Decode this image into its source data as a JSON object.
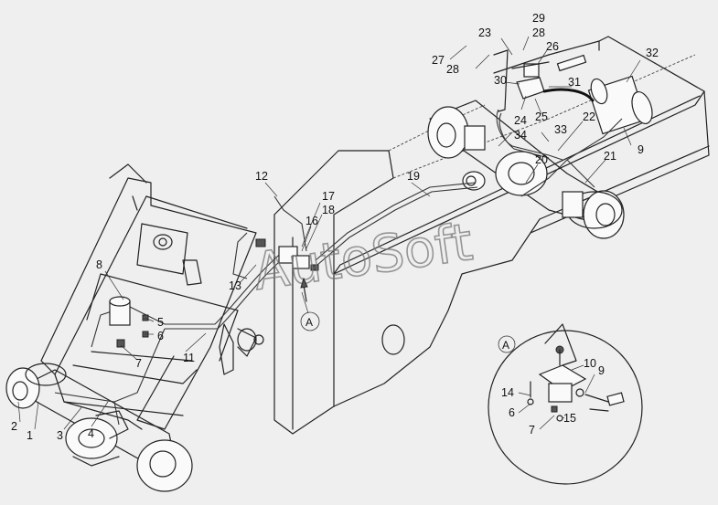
{
  "watermark": "AutoSoft",
  "view_marker": "A",
  "detail_view": {
    "label": "A"
  },
  "callouts": [
    "1",
    "2",
    "3",
    "4",
    "5",
    "6",
    "7",
    "8",
    "9",
    "10",
    "11",
    "12",
    "13",
    "14",
    "15",
    "16",
    "17",
    "18",
    "19",
    "20",
    "21",
    "22",
    "23",
    "24",
    "25",
    "26",
    "27",
    "28",
    "29",
    "30",
    "31",
    "32",
    "33",
    "34"
  ],
  "detail_callouts": [
    "10",
    "9",
    "14",
    "6",
    "15",
    "7"
  ]
}
